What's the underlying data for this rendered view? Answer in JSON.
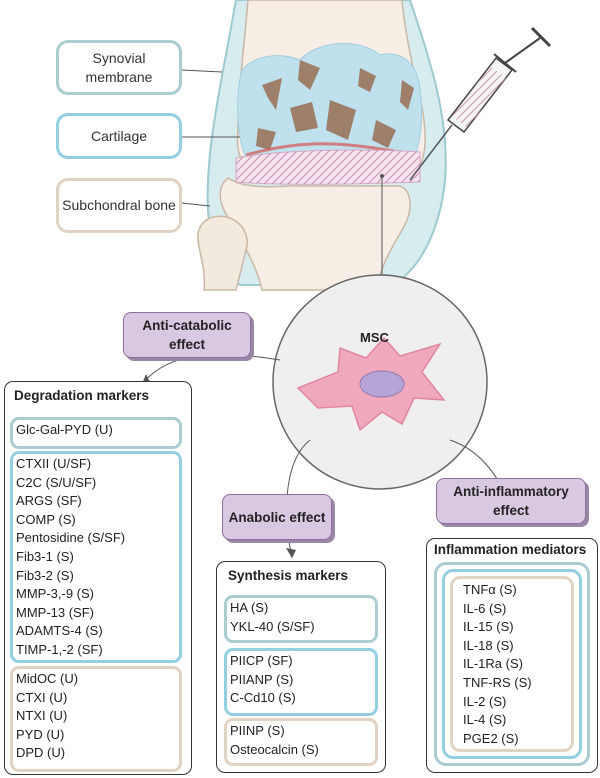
{
  "joint_labels": {
    "synovial": "Synovial membrane",
    "cartilage": "Cartilage",
    "subchondral": "Subchondral bone"
  },
  "msc": {
    "label": "MSC"
  },
  "effects": {
    "anti_catabolic": "Anti-catabolic effect",
    "anabolic": "Anabolic effect",
    "anti_inflammatory": "Anti-inflammatory effect"
  },
  "degradation": {
    "title": "Degradation markers",
    "single": "Glc-Gal-PYD (U)",
    "group1": [
      "CTXII (U/SF)",
      "C2C (S/U/SF)",
      "ARGS (SF)",
      "COMP (S)",
      "Pentosidine (S/SF)",
      "Fib3-1 (S)",
      "Fib3-2 (S)",
      "MMP-3,-9 (S)",
      "MMP-13 (SF)",
      "ADAMTS-4 (S)",
      "TIMP-1,-2 (SF)"
    ],
    "group2": [
      "MidOC (U)",
      "CTXI (U)",
      "NTXI (U)",
      "PYD (U)",
      "DPD (U)"
    ]
  },
  "synthesis": {
    "title": "Synthesis markers",
    "group1": [
      "HA (S)",
      "YKL-40 (S/SF)"
    ],
    "group2": [
      "PIICP (SF)",
      "PIIANP (S)",
      "C-Cd10 (S)"
    ],
    "group3": [
      "PIINP (S)",
      "Osteocalcin (S)"
    ]
  },
  "inflammation": {
    "title": "Inflammation mediators",
    "items": [
      "TNFα (S)",
      "IL-6 (S)",
      "IL-15 (S)",
      "IL-18 (S)",
      "IL-1Ra (S)",
      "TNF-RS (S)",
      "IL-2 (S)",
      "IL-4 (S)",
      "PGE2 (S)"
    ]
  },
  "colors": {
    "teal_border": "#a9cdd0",
    "blue_border": "#93cfe2",
    "beige_border": "#e0d3c3",
    "effect_fill": "#d9c8e2",
    "cell_fill": "#f0a9bc"
  }
}
